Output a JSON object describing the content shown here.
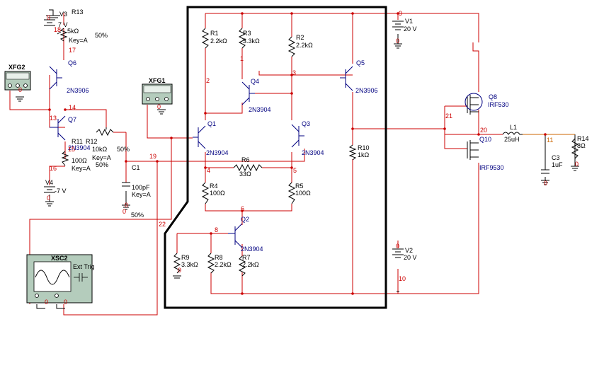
{
  "instruments": {
    "xfg2": "XFG2",
    "xfg1": "XFG1",
    "xsc2": "XSC2",
    "xsc2_ext_trig": "Ext Trig"
  },
  "components": {
    "v3_name": "V3",
    "v3_value": "7 V",
    "r13_name": "R13",
    "r13_value": "5kΩ",
    "r13_key": "Key=A",
    "r13_pct": "50%",
    "q6_name": "Q6",
    "q6_part": "2N3906",
    "q7_name": "Q7",
    "q7_part": "2N3904",
    "r11_name": "R11",
    "r11_value": "100Ω",
    "r11_key": "Key=A",
    "r11_pct": "50%",
    "r12_name": "R12",
    "r12_value": "10kΩ",
    "r12_key": "Key=A",
    "r12_pct": "50%",
    "v4_name": "V4",
    "v4_value": "-7 V",
    "c1_name": "C1",
    "c1_value": "100pF",
    "c1_key": "Key=A",
    "c1_pct": "50%",
    "r1_name": "R1",
    "r1_value": "2.2kΩ",
    "r3_name": "R3",
    "r3_value": "3.3kΩ",
    "r2_name": "R2",
    "r2_value": "2.2kΩ",
    "q4_name": "Q4",
    "q4_part": "2N3904",
    "q5_name": "Q5",
    "q5_part": "2N3906",
    "q1_name": "Q1",
    "q1_part": "2N3904",
    "q3_name": "Q3",
    "q3_part": "2N3904",
    "r6_name": "R6",
    "r6_value": "33Ω",
    "r4_name": "R4",
    "r4_value": "100Ω",
    "r5_name": "R5",
    "r5_value": "100Ω",
    "r10_name": "R10",
    "r10_value": "1kΩ",
    "q2_name": "Q2",
    "q2_part": "2N3904",
    "r9_name": "R9",
    "r9_value": "3.3kΩ",
    "r8_name": "R8",
    "r8_value": "2.2kΩ",
    "r7_name": "R7",
    "r7_value": "2.2kΩ",
    "v1_name": "V1",
    "v1_value": "20 V",
    "v2_name": "V2",
    "v2_value": "20 V",
    "q8_name": "Q8",
    "q8_part": "IRF530",
    "q10_name": "Q10",
    "q10_part": "IRF9530",
    "l1_name": "L1",
    "l1_value": "25uH",
    "c3_name": "C3",
    "c3_value": "1uF",
    "r14_name": "R14",
    "r14_value": "8Ω"
  },
  "nets": {
    "n18": "18",
    "n17": "17",
    "n0a": "0",
    "n14": "14",
    "n13": "13",
    "n15": "15",
    "n16": "16",
    "n0b": "0",
    "n19": "19",
    "n0c": "0",
    "n22": "22",
    "n9": "9",
    "n1": "1",
    "n2": "2",
    "n3": "3",
    "n4": "4",
    "n5": "5",
    "n6": "6",
    "n8": "8",
    "n0d": "0",
    "n0e": "0",
    "n0f": "0",
    "n0g": "0",
    "n10": "10",
    "n21": "21",
    "n20": "20",
    "n11": "11",
    "n0h": "0",
    "n0i": "0",
    "n0j": "0",
    "n0k": "0",
    "n0l": "0",
    "n0m": "0"
  }
}
